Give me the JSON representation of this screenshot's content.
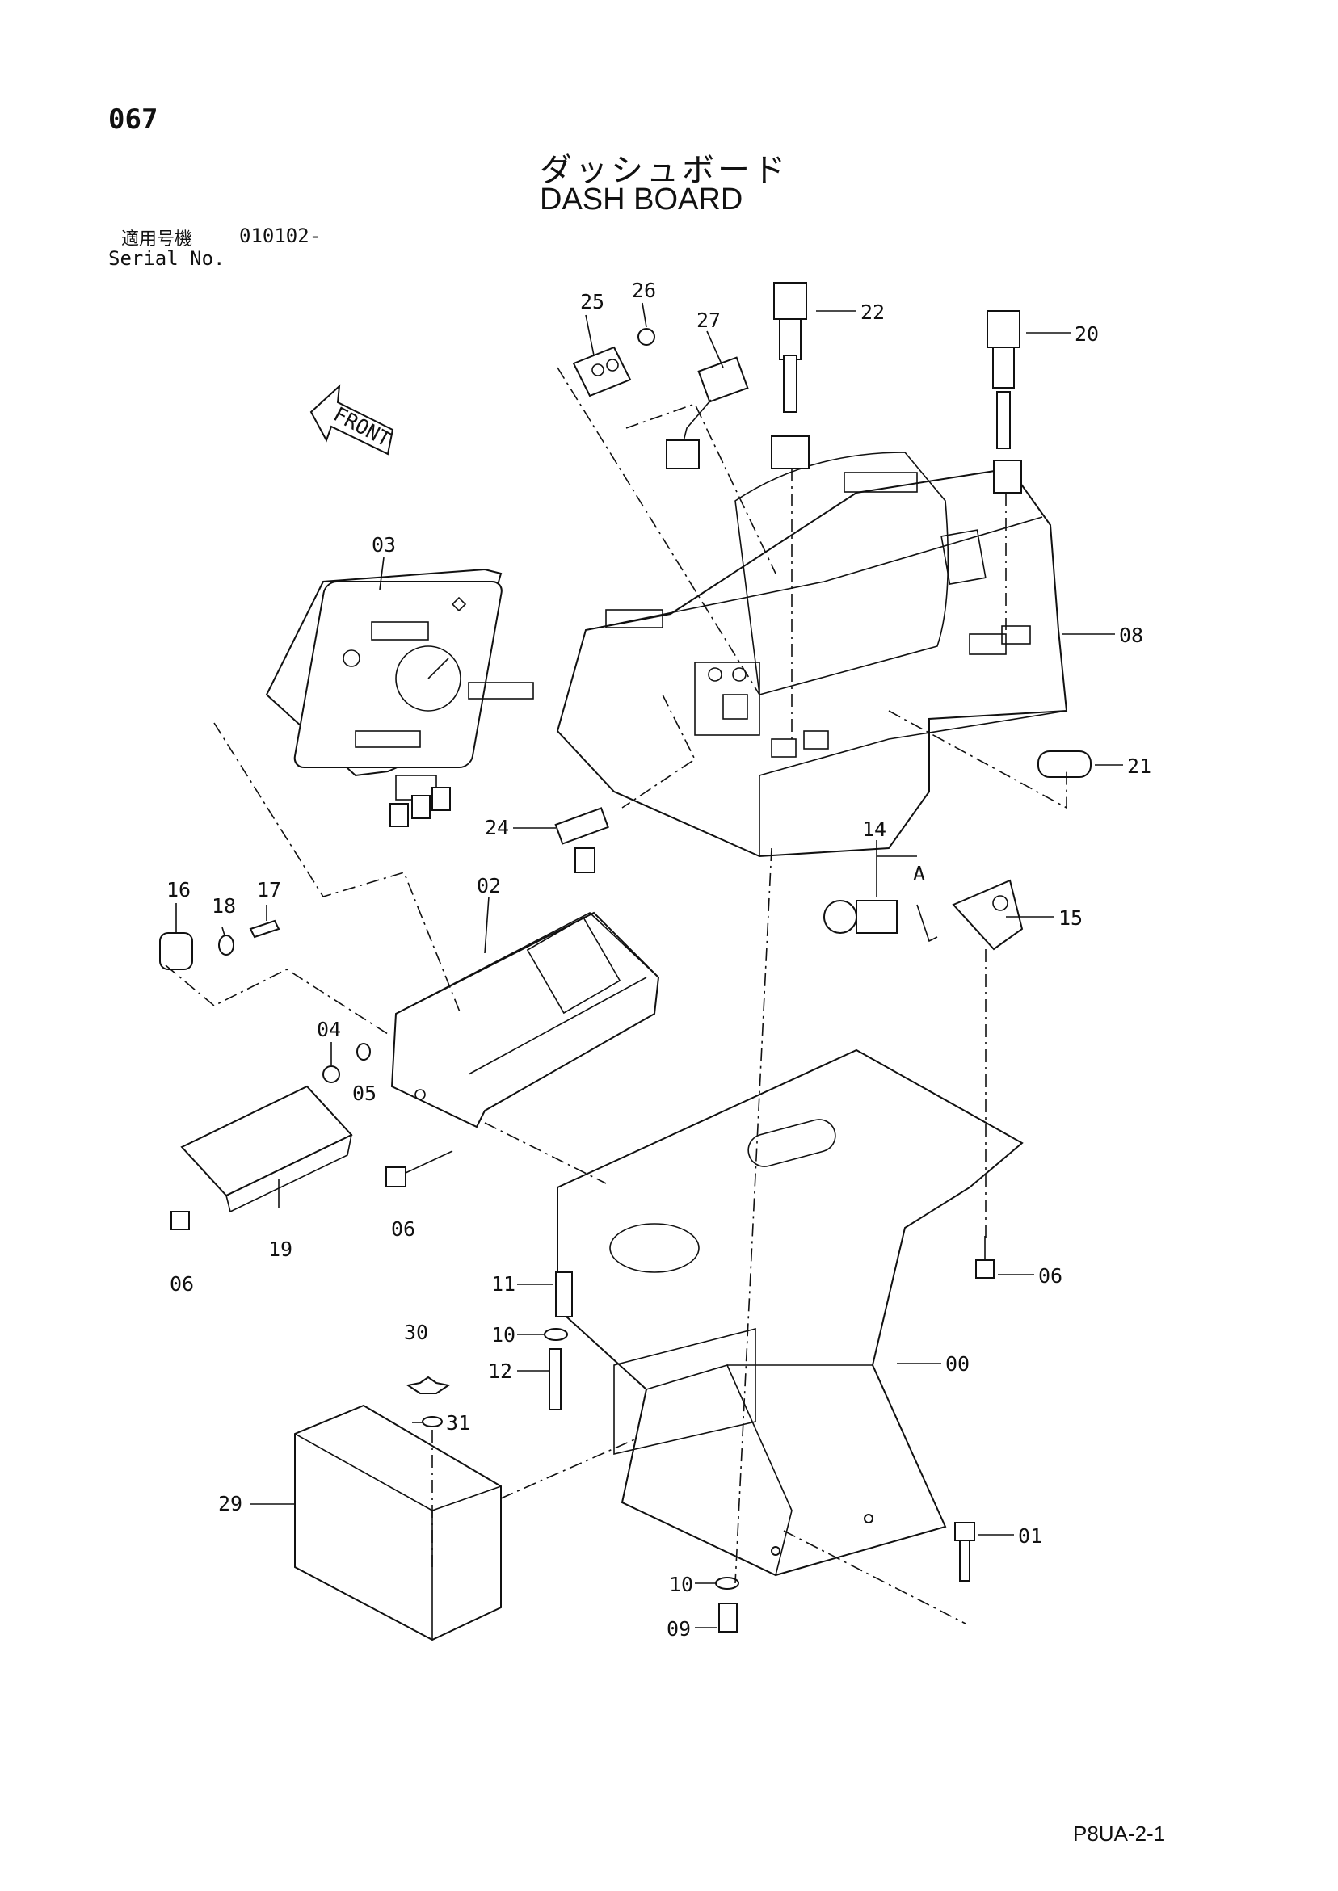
{
  "header": {
    "page_number": "067",
    "title_jp": "ダッシュボード",
    "title_en": "DASH BOARD",
    "serial_label_jp": "適用号機",
    "serial_label_en": "Serial No.",
    "serial_value": "010102-"
  },
  "direction_arrow": {
    "label": "FRONT"
  },
  "callouts": [
    {
      "id": "c-00",
      "label": "00"
    },
    {
      "id": "c-01",
      "label": "01"
    },
    {
      "id": "c-02",
      "label": "02"
    },
    {
      "id": "c-03",
      "label": "03"
    },
    {
      "id": "c-04",
      "label": "04"
    },
    {
      "id": "c-05",
      "label": "05"
    },
    {
      "id": "c-06a",
      "label": "06"
    },
    {
      "id": "c-06b",
      "label": "06"
    },
    {
      "id": "c-06c",
      "label": "06"
    },
    {
      "id": "c-08",
      "label": "08"
    },
    {
      "id": "c-09",
      "label": "09"
    },
    {
      "id": "c-10a",
      "label": "10"
    },
    {
      "id": "c-10b",
      "label": "10"
    },
    {
      "id": "c-11",
      "label": "11"
    },
    {
      "id": "c-12",
      "label": "12"
    },
    {
      "id": "c-14",
      "label": "14"
    },
    {
      "id": "c-15",
      "label": "15"
    },
    {
      "id": "c-16",
      "label": "16"
    },
    {
      "id": "c-17",
      "label": "17"
    },
    {
      "id": "c-18",
      "label": "18"
    },
    {
      "id": "c-19",
      "label": "19"
    },
    {
      "id": "c-20",
      "label": "20"
    },
    {
      "id": "c-21",
      "label": "21"
    },
    {
      "id": "c-22",
      "label": "22"
    },
    {
      "id": "c-24",
      "label": "24"
    },
    {
      "id": "c-25",
      "label": "25"
    },
    {
      "id": "c-26",
      "label": "26"
    },
    {
      "id": "c-27",
      "label": "27"
    },
    {
      "id": "c-29",
      "label": "29"
    },
    {
      "id": "c-30",
      "label": "30"
    },
    {
      "id": "c-31",
      "label": "31"
    },
    {
      "id": "c-A",
      "label": "A"
    }
  ],
  "footer": {
    "drawing_code": "P8UA-2-1"
  }
}
